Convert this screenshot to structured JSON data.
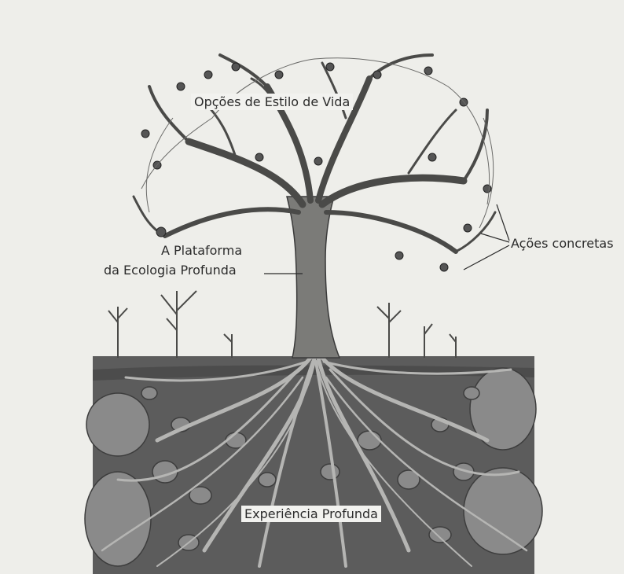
{
  "labels": {
    "lifestyle": "Opções de Estilo de Vida",
    "platform_line1": "A Plataforma",
    "platform_line2": "da Ecologia Profunda",
    "concrete_actions": "Ações concretas",
    "deep_experience": "Experiência Profunda"
  },
  "colors": {
    "paper": "#eeeeea",
    "soil": "#5a5a5a",
    "ink": "#2b2b2b"
  }
}
